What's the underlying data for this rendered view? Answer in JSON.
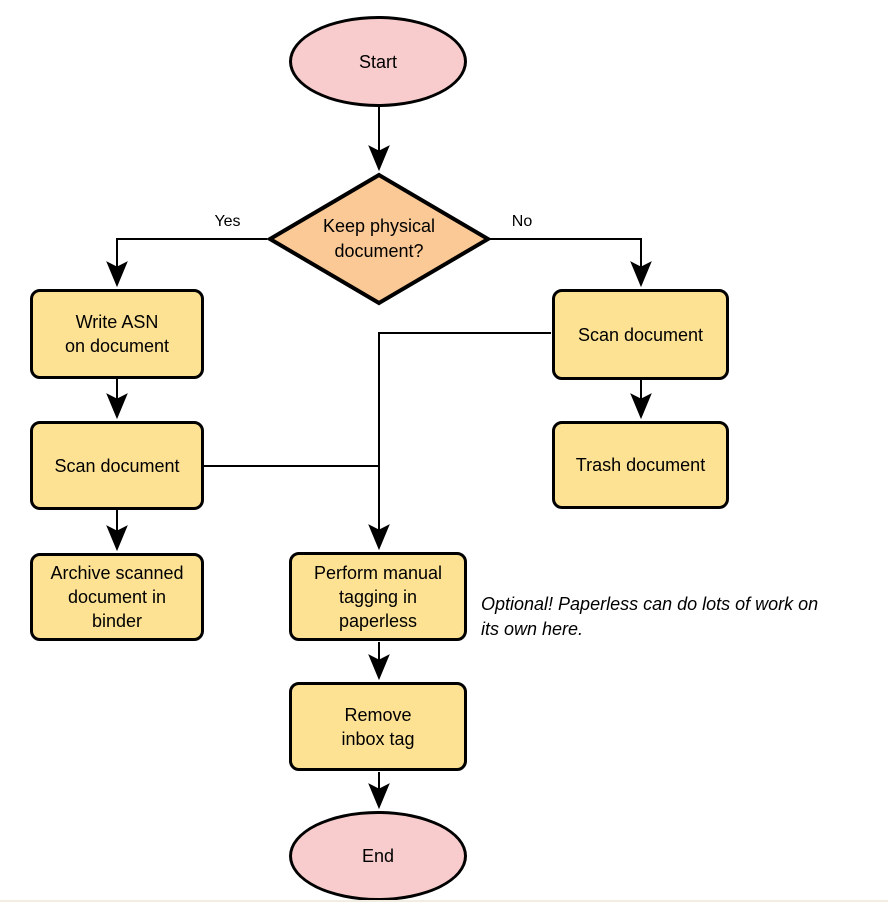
{
  "nodes": {
    "start": {
      "label": "Start",
      "type": "terminal"
    },
    "decision": {
      "label": "Keep physical\ndocument?",
      "type": "decision"
    },
    "write_asn": {
      "label": "Write ASN\non document",
      "type": "process"
    },
    "scan_left": {
      "label": "Scan document",
      "type": "process"
    },
    "archive": {
      "label": "Archive scanned\ndocument in\nbinder",
      "type": "process"
    },
    "scan_right": {
      "label": "Scan document",
      "type": "process"
    },
    "trash": {
      "label": "Trash document",
      "type": "process"
    },
    "tagging": {
      "label": "Perform manual\ntagging in\npaperless",
      "type": "process"
    },
    "remove_inbox": {
      "label": "Remove\ninbox tag",
      "type": "process"
    },
    "end": {
      "label": "End",
      "type": "terminal"
    }
  },
  "edge_labels": {
    "yes": "Yes",
    "no": "No"
  },
  "note": {
    "text": "Optional! Paperless can do lots of work on\nits own here."
  },
  "colors": {
    "terminal_fill": "#F8CCCC",
    "decision_fill": "#FBC995",
    "process_fill": "#FDE294",
    "stroke": "#000000",
    "page_edge": "#F1EEE1"
  }
}
